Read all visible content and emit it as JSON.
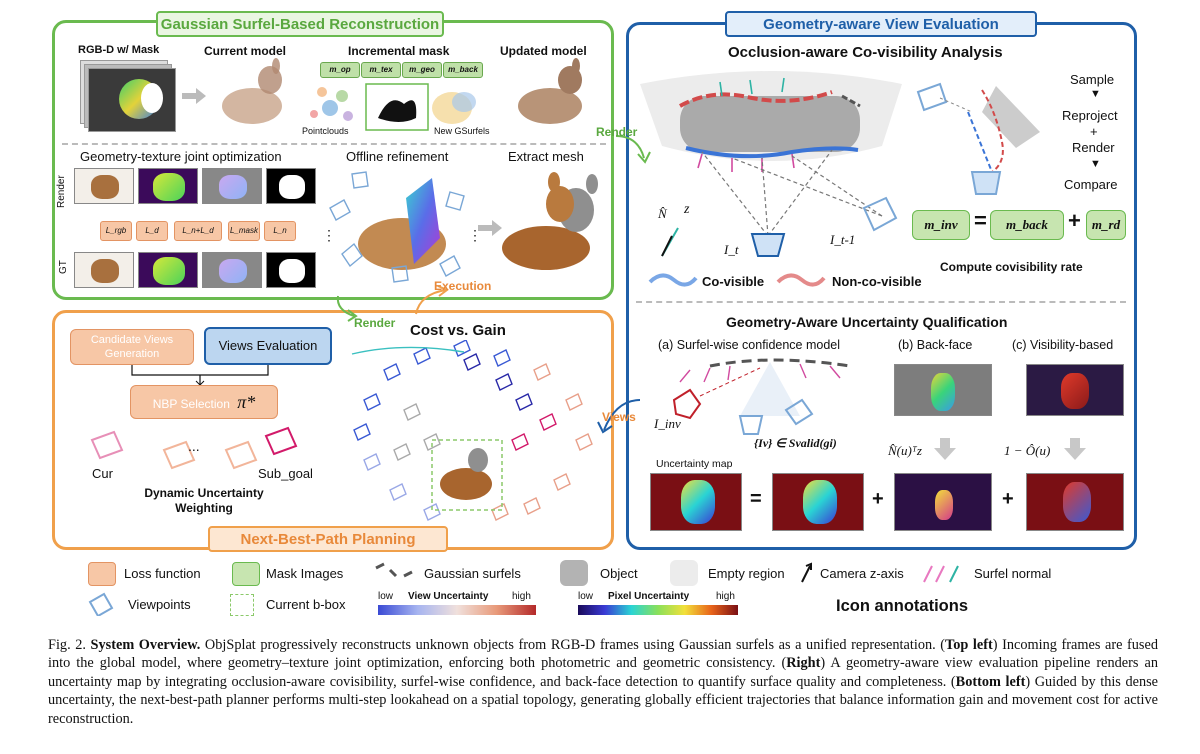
{
  "top_left": {
    "title": "Gaussian Surfel-Based Reconstruction",
    "rgbd_label": "RGB-D w/ Mask",
    "current_model": "Current model",
    "incremental_mask": "Incremental mask",
    "updated_model": "Updated model",
    "mask_chips": [
      "m_op",
      "m_tex",
      "m_geo",
      "m_back"
    ],
    "pointclouds": "Pointclouds",
    "new_gsurfels": "New GSurfels",
    "joint_opt": "Geometry-texture joint optimization",
    "offline": "Offline refinement",
    "extract_mesh": "Extract mesh",
    "render_side": "Render",
    "gt_side": "GT",
    "loss_labels": [
      "L_rgb",
      "L_d",
      "L_n+L_d",
      "L_mask",
      "L_n"
    ]
  },
  "right": {
    "title": "Geometry-aware View Evaluation",
    "occlusion_title": "Occlusion-aware Co-visibility Analysis",
    "steps": [
      "Sample",
      "Reproject",
      "+",
      "Render",
      "Compare"
    ],
    "formula": {
      "lhs": "m_inv",
      "eq": "=",
      "a": "m_back",
      "plus": "+",
      "b": "m_rd"
    },
    "compute_rate": "Compute covisibility rate",
    "co_visible": "Co-visible",
    "non_co_visible": "Non-co-visible",
    "cam_it": "I_t",
    "cam_it1": "I_t-1",
    "n_hat": "N̂",
    "z": "z",
    "uncert_title": "Geometry-Aware Uncertainty Qualification",
    "sub_a": "(a) Surfel-wise confidence model",
    "sub_b": "(b) Back-face",
    "sub_c": "(c) Visibility-based",
    "i_inv": "I_inv",
    "svalid": "{Iv} ∈ Svalid(gi)",
    "nz": "N̂(u)ᵀz",
    "one_minus": "1 − Ô(u)",
    "uncertainty_map": "Uncertainty map",
    "ops": [
      "=",
      "+",
      "+"
    ]
  },
  "bottom_left": {
    "title": "Next-Best-Path Planning",
    "candidate": "Candidate Views Generation",
    "views_eval": "Views Evaluation",
    "nbp": "NBP Selection",
    "pi": "π*",
    "cost_gain": "Cost vs. Gain",
    "cur": "Cur",
    "dots": "...",
    "sub_goal": "Sub_goal",
    "dyn": "Dynamic Uncertainty Weighting"
  },
  "arrows": {
    "render_top": "Render",
    "render_mid": "Render",
    "execution": "Execution",
    "views": "Views"
  },
  "legend": {
    "loss_function": "Loss function",
    "mask_images": "Mask Images",
    "gaussian_surfels": "Gaussian surfels",
    "object": "Object",
    "empty_region": "Empty region",
    "camera_z": "Camera z-axis",
    "surfel_normal": "Surfel normal",
    "viewpoints": "Viewpoints",
    "current_bbox": "Current b-box",
    "view_low": "low",
    "view_label": "View Uncertainty",
    "view_high": "high",
    "pix_low": "low",
    "pix_label": "Pixel Uncertainty",
    "pix_high": "high",
    "icon_annotations": "Icon annotations"
  },
  "caption": {
    "fig": "Fig. 2.",
    "head": "System Overview.",
    "t1": " ObjSplat progressively reconstructs unknown objects from RGB-D frames using Gaussian surfels as a unified representation. (",
    "top_left": "Top left",
    "t2": ") Incoming frames are fused into the global model, where geometry–texture joint optimization, enforcing both photometric and geometric consistency. (",
    "right": "Right",
    "t3": ") A geometry-aware view evaluation pipeline renders an uncertainty map by integrating occlusion-aware covisibility, surfel-wise confidence, and back-face detection to quantify surface quality and completeness. (",
    "bottom_left": "Bottom left",
    "t4": ") Guided by this dense uncertainty, the next-best-path planner performs multi-step lookahead on a spatial topology, generating globally efficient trajectories that balance information gain and movement cost for active reconstruction."
  },
  "colors": {
    "green": "#6aba4f",
    "orange": "#f0a04b",
    "blue": "#1f5fa8",
    "loss_fill": "#f7c7a6",
    "mask_fill": "#c7e5b0"
  }
}
